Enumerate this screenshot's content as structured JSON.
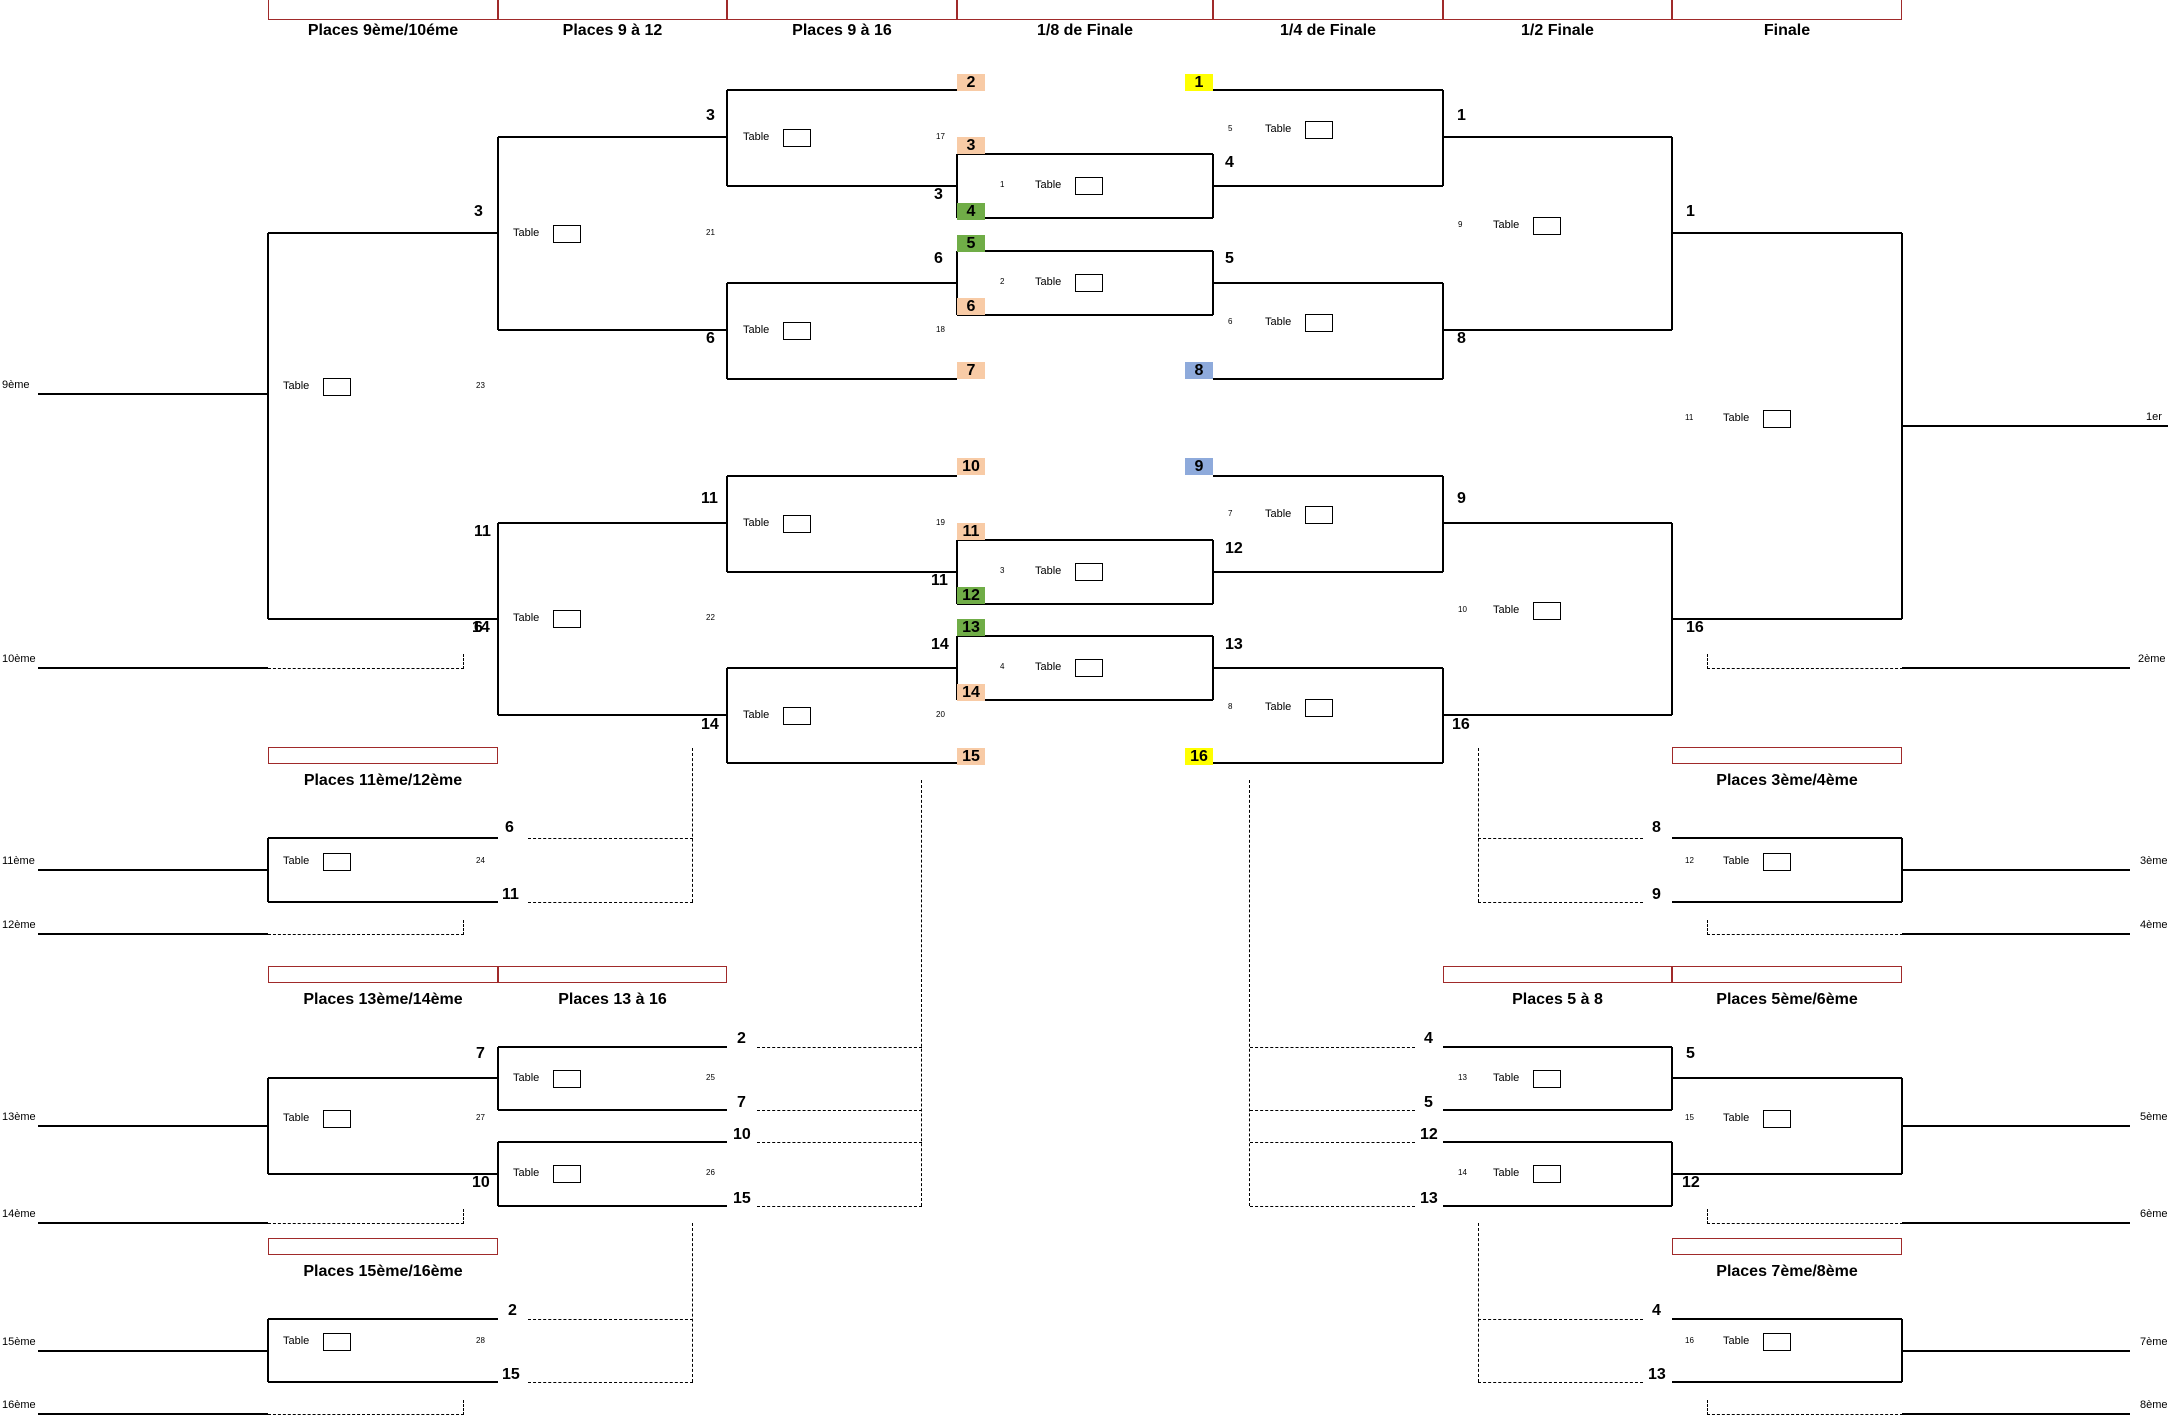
{
  "headers": [
    "Places 9ème/10éme",
    "Places 9 à 12",
    "Places 9 à 16",
    "1/8 de Finale",
    "1/4 de Finale",
    "1/2 Finale",
    "Finale",
    "Places 11ème/12ème",
    "Places 3ème/4ème",
    "Places 13ème/14ème",
    "Places 13 à 16",
    "Places 5 à 8",
    "Places 5ème/6ème",
    "Places 15ème/16ème",
    "Places 7ème/8ème"
  ],
  "places": [
    "9ème",
    "10ème",
    "11ème",
    "12ème",
    "13ème",
    "14ème",
    "15ème",
    "16ème",
    "1er",
    "2ème",
    "3ème",
    "4ème",
    "5ème",
    "6ème",
    "7ème",
    "8ème"
  ],
  "table_label": "Table",
  "match_numbers": [
    "1",
    "2",
    "3",
    "4",
    "5",
    "6",
    "7",
    "8",
    "9",
    "10",
    "11",
    "12",
    "13",
    "14",
    "15",
    "16",
    "17",
    "18",
    "19",
    "20",
    "21",
    "22",
    "23",
    "24",
    "25",
    "26",
    "27",
    "28"
  ],
  "chips": [
    "2",
    "3",
    "4",
    "5",
    "6",
    "7",
    "10",
    "11",
    "12",
    "13",
    "14",
    "15",
    "1",
    "8",
    "9",
    "16"
  ],
  "chip_colors": {
    "peach": "#f8cba6",
    "green": "#70ad47",
    "yellow": "#ffff00",
    "blue": "#8eaadb"
  },
  "seeds": [
    "3",
    "3",
    "6",
    "6",
    "11",
    "11",
    "14",
    "14",
    "3",
    "6",
    "11",
    "14",
    "4",
    "5",
    "12",
    "13",
    "1",
    "8",
    "9",
    "16",
    "1",
    "16",
    "6",
    "11",
    "8",
    "9",
    "2",
    "7",
    "10",
    "15",
    "7",
    "10",
    "4",
    "5",
    "12",
    "13",
    "5",
    "12",
    "2",
    "15",
    "4",
    "13"
  ]
}
